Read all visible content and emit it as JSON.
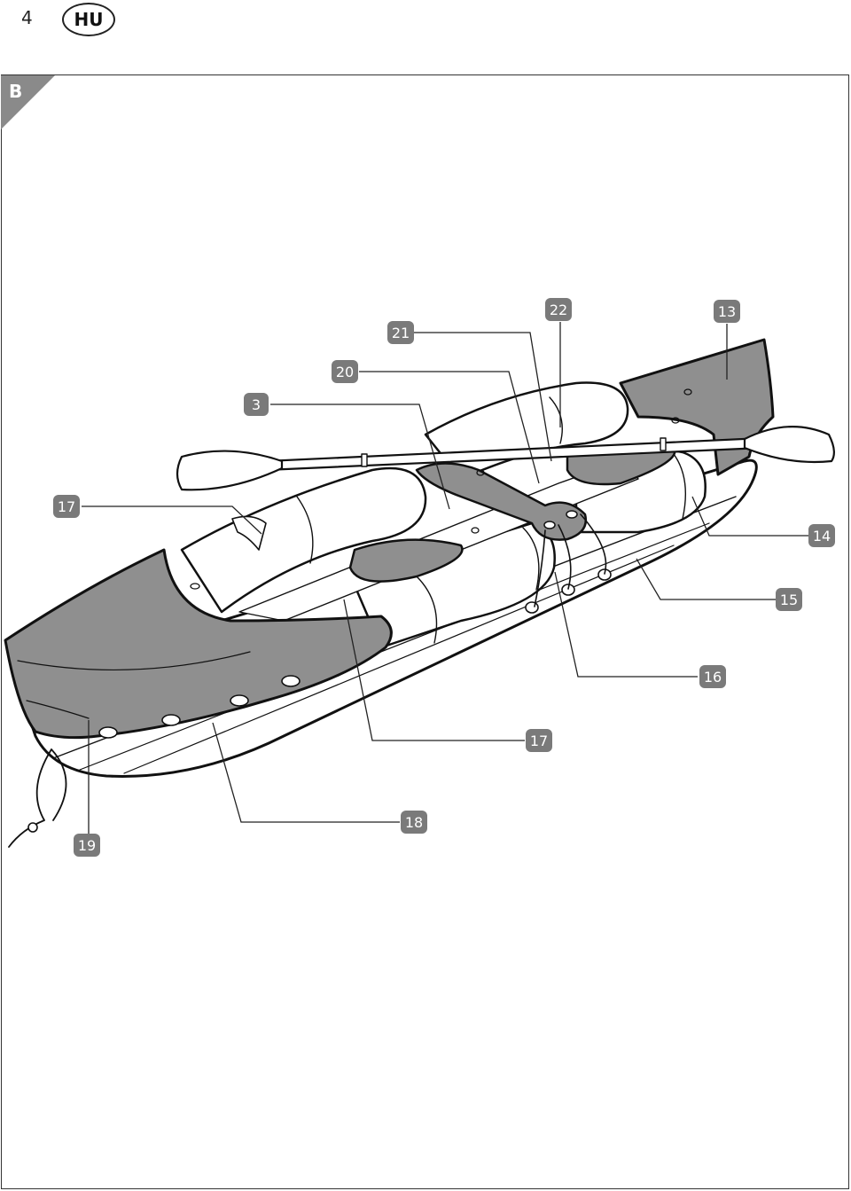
{
  "header": {
    "page_number": "4",
    "language_code": "HU"
  },
  "section": {
    "letter": "B"
  },
  "figure": {
    "colors": {
      "deck": "#8f8f8f",
      "outline": "#111111",
      "callout": "#7a7a7a"
    },
    "callouts": [
      {
        "id": "c3",
        "label": "3"
      },
      {
        "id": "c20",
        "label": "20"
      },
      {
        "id": "c21",
        "label": "21"
      },
      {
        "id": "c22",
        "label": "22"
      },
      {
        "id": "c13",
        "label": "13"
      },
      {
        "id": "c17a",
        "label": "17"
      },
      {
        "id": "c14",
        "label": "14"
      },
      {
        "id": "c15",
        "label": "15"
      },
      {
        "id": "c16",
        "label": "16"
      },
      {
        "id": "c17b",
        "label": "17"
      },
      {
        "id": "c18",
        "label": "18"
      },
      {
        "id": "c19",
        "label": "19"
      }
    ]
  }
}
